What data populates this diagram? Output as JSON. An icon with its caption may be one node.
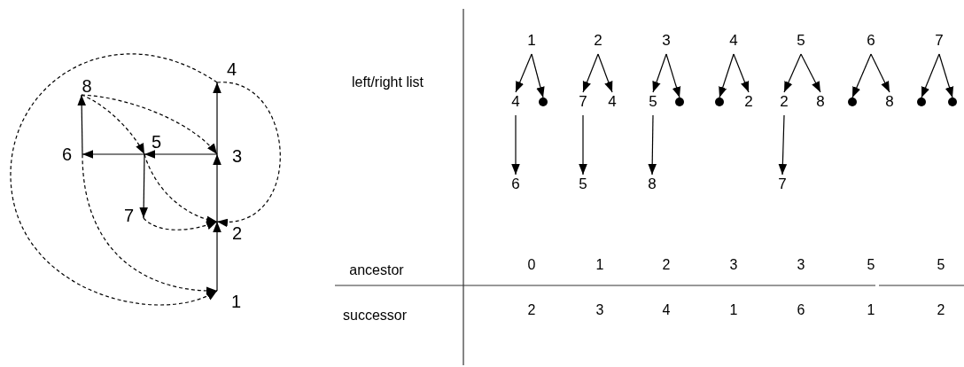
{
  "diagram": {
    "nodes": [
      {
        "text": [
          "1"
        ]
      },
      {
        "text": [
          "2"
        ]
      },
      {
        "text": [
          "3"
        ]
      },
      {
        "text": [
          "4"
        ]
      },
      {
        "text": [
          "5"
        ]
      },
      {
        "text": [
          "6"
        ]
      },
      {
        "text": [
          "7"
        ]
      },
      {
        "text": [
          "8"
        ]
      },
      {
        "text": [
          "1"
        ]
      },
      {
        "text": [
          "4"
        ]
      },
      {
        "text": [],
        "shape": "circle"
      },
      {
        "text": [
          "6"
        ]
      },
      {
        "text": [
          "2"
        ]
      },
      {
        "text": [
          "7"
        ]
      },
      {
        "text": [
          "4"
        ]
      },
      {
        "text": [
          "5"
        ]
      },
      {
        "text": [
          "3"
        ]
      },
      {
        "text": [
          "5"
        ]
      },
      {
        "text": [],
        "shape": "circle"
      },
      {
        "text": [
          "8"
        ]
      },
      {
        "text": [
          "4"
        ]
      },
      {
        "text": [],
        "shape": "circle"
      },
      {
        "text": [
          "2"
        ]
      },
      {
        "text": [
          "5"
        ]
      },
      {
        "text": [
          "2"
        ]
      },
      {
        "text": [
          "8"
        ]
      },
      {
        "text": [
          "7"
        ]
      },
      {
        "text": [
          "6"
        ]
      },
      {
        "text": [],
        "shape": "circle"
      },
      {
        "text": [
          "8"
        ]
      },
      {
        "text": [
          "7"
        ]
      },
      {
        "text": [],
        "shape": "circle"
      },
      {
        "text": [],
        "shape": "circle"
      }
    ],
    "edges": [
      {
        "from": 0,
        "to": 1,
        "arrow": "to"
      },
      {
        "from": 1,
        "to": 2,
        "arrow": "to"
      },
      {
        "from": 2,
        "to": 3,
        "arrow": "to"
      },
      {
        "from": 2,
        "to": 4,
        "arrow": "to"
      },
      {
        "from": 4,
        "to": 5,
        "arrow": "to"
      },
      {
        "from": 5,
        "to": 7,
        "arrow": "to"
      },
      {
        "from": 4,
        "to": 6,
        "arrow": "to"
      },
      {
        "from": 7,
        "to": 4,
        "arrow": "to",
        "style": "dashed"
      },
      {
        "from": 7,
        "to": 2,
        "arrow": "to",
        "style": "dashed"
      },
      {
        "from": 4,
        "to": 1,
        "arrow": "to",
        "style": "dashed"
      },
      {
        "from": 6,
        "to": 1,
        "arrow": "to",
        "style": "dashed"
      },
      {
        "from": 3,
        "to": 1,
        "arrow": "to",
        "style": "dashed"
      },
      {
        "from": 3,
        "to": 0,
        "arrow": "to",
        "style": "dashed"
      },
      {
        "from": 5,
        "to": 0,
        "arrow": "to",
        "style": "dashed"
      },
      {
        "from": 8,
        "to": 9,
        "arrow": "to"
      },
      {
        "from": 8,
        "to": 10,
        "arrow": "to"
      },
      {
        "from": 9,
        "to": 11,
        "arrow": "to"
      },
      {
        "from": 12,
        "to": 13,
        "arrow": "to"
      },
      {
        "from": 12,
        "to": 14,
        "arrow": "to"
      },
      {
        "from": 13,
        "to": 15,
        "arrow": "to"
      },
      {
        "from": 16,
        "to": 17,
        "arrow": "to"
      },
      {
        "from": 16,
        "to": 18,
        "arrow": "to"
      },
      {
        "from": 17,
        "to": 19,
        "arrow": "to"
      },
      {
        "from": 20,
        "to": 21,
        "arrow": "to"
      },
      {
        "from": 20,
        "to": 22,
        "arrow": "to"
      },
      {
        "from": 23,
        "to": 24,
        "arrow": "to"
      },
      {
        "from": 23,
        "to": 25,
        "arrow": "to"
      },
      {
        "from": 24,
        "to": 26,
        "arrow": "to"
      },
      {
        "from": 27,
        "to": 28,
        "arrow": "to"
      },
      {
        "from": 27,
        "to": 29,
        "arrow": "to"
      },
      {
        "from": 30,
        "to": 31,
        "arrow": "to"
      },
      {
        "from": 30,
        "to": 32,
        "arrow": "to"
      }
    ],
    "labels": [
      "left/right list",
      "ancestor",
      "0",
      "1",
      "2",
      "3",
      "3",
      "5",
      "5",
      "successor",
      "2",
      "3",
      "4",
      "1",
      "6",
      "1",
      "2"
    ]
  }
}
